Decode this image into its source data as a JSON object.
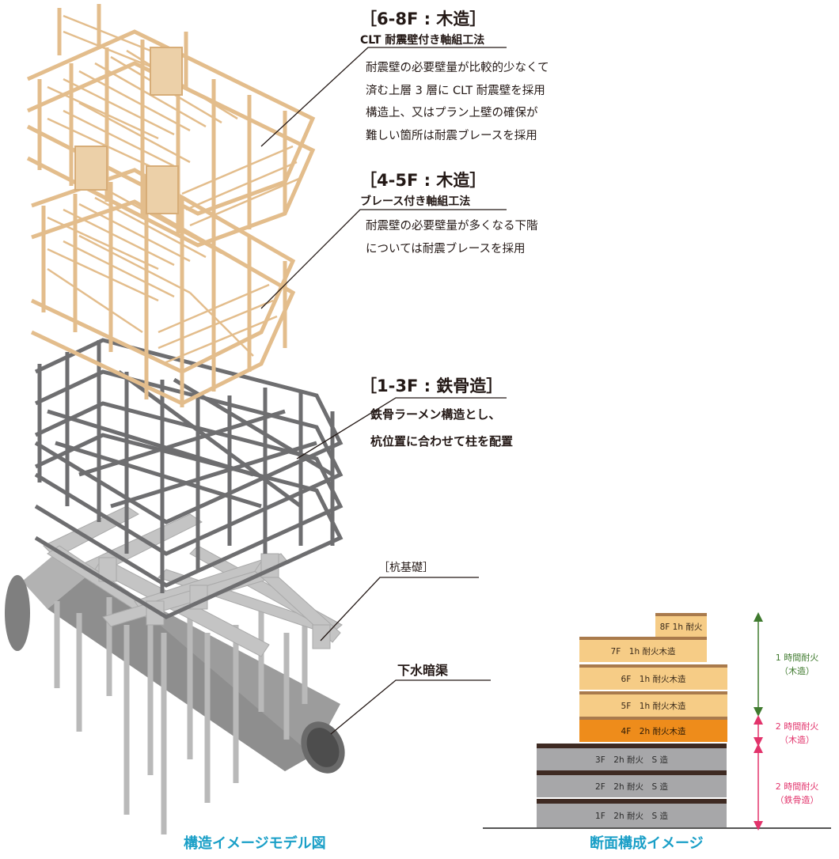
{
  "structure_labels": {
    "upper": {
      "heading": "［6-8F : 木造］",
      "method": "CLT 耐震壁付き軸組工法",
      "description": [
        "耐震壁の必要壁量が比較的少なくて",
        "済む上層 3 層に CLT 耐震壁を採用",
        "構造上、又はプラン上壁の確保が",
        "難しい箇所は耐震ブレースを採用"
      ]
    },
    "middle": {
      "heading": "［4-5F : 木造］",
      "method": "ブレース付き軸組工法",
      "description": [
        "耐震壁の必要壁量が多くなる下階",
        "については耐震ブレースを採用"
      ]
    },
    "lower": {
      "heading": "［1-3F : 鉄骨造］",
      "description": [
        "鉄骨ラーメン構造とし、",
        "杭位置に合わせて柱を配置"
      ]
    },
    "foundation": {
      "label": "［杭基礎］"
    },
    "culvert": {
      "label": "下水暗渠"
    }
  },
  "captions": {
    "left": "構造イメージモデル図",
    "right": "断面構成イメージ"
  },
  "section": {
    "floors": [
      {
        "label": "8F 1h 耐火"
      },
      {
        "label": "7F　1h 耐火木造"
      },
      {
        "label": "6F　1h 耐火木造"
      },
      {
        "label": "5F　1h 耐火木造"
      },
      {
        "label": "4F　2h 耐火木造"
      },
      {
        "label": "3F　2h 耐火　S 造"
      },
      {
        "label": "2F　2h 耐火　S 造"
      },
      {
        "label": "1F　2h 耐火　S 造"
      }
    ],
    "brackets": [
      {
        "line1": "1 時間耐火",
        "line2": "（木造）",
        "color": "#3f7a2e"
      },
      {
        "line1": "2 時間耐火",
        "line2": "（木造）",
        "color": "#e2336b"
      },
      {
        "line1": "2 時間耐火",
        "line2": "（鉄骨造）",
        "color": "#e2336b"
      }
    ]
  },
  "colors": {
    "wood_frame": "#e9c594",
    "steel_frame": "#6e6e70",
    "concrete": "#c2c2c2",
    "caption": "#1a9fc7",
    "floor_wood": "#f6cc86",
    "floor_wood_2h": "#ee8c1b",
    "floor_steel": "#a7a7a9"
  }
}
